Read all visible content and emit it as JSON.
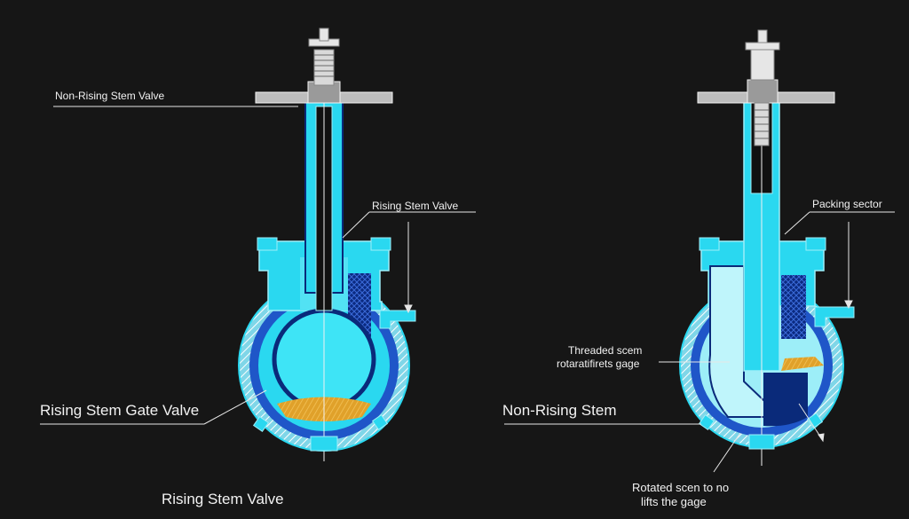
{
  "labels": {
    "left_top": "Non-Rising Stem Valve",
    "left_right": "Rising Stem Valve",
    "left_side": "Rising Stem Gate Valve",
    "left_bottom": "Rising Stem Valve",
    "right_top": "Packing sector",
    "right_mid_1": "Threaded scem",
    "right_mid_2": "rotaratifirets gage",
    "right_side": "Non-Rising Stem",
    "right_bottom_1": "Rotated scen to no",
    "right_bottom_2": "lifts the gage"
  },
  "colors": {
    "background": "#161616",
    "cyan": "#2ad8f0",
    "blue": "#1f56c8",
    "navy": "#0a2a7a",
    "pale": "#9deef8",
    "gold": "#e0a12a",
    "metal": "#cfcfcf"
  }
}
